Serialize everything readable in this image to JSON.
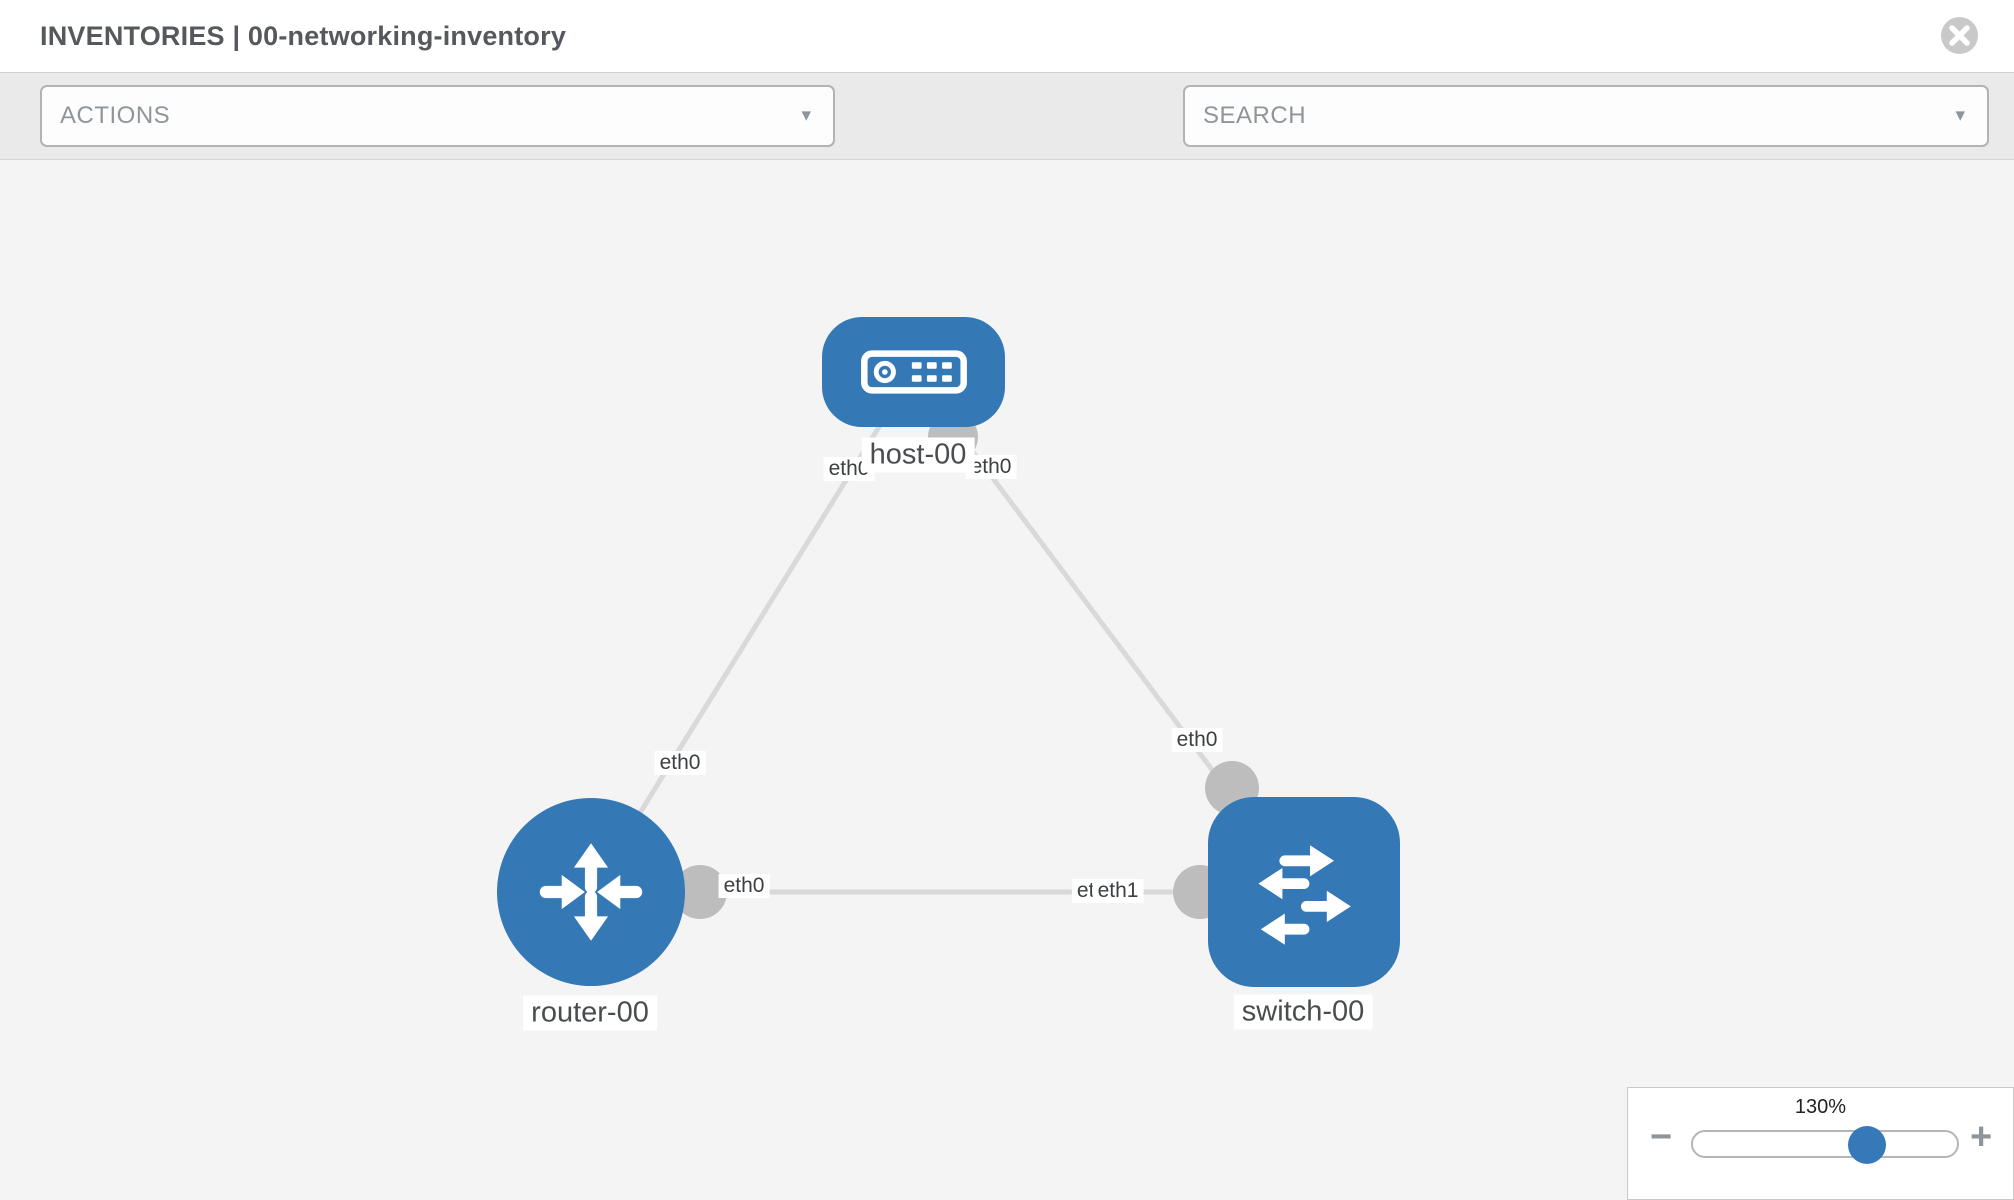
{
  "header": {
    "title": "INVENTORIES | 00-networking-inventory"
  },
  "toolbar": {
    "actions_label": "ACTIONS",
    "search_label": "SEARCH",
    "caret": "▾",
    "icons": [
      "wrench-icon",
      "key-icon"
    ]
  },
  "topology": {
    "nodes": [
      {
        "label": "host-00",
        "type": "host",
        "shape": "rounded-rectangle"
      },
      {
        "label": "router-00",
        "type": "router",
        "shape": "circle"
      },
      {
        "label": "switch-00",
        "type": "switch",
        "shape": "rounded-square"
      }
    ],
    "links": [
      {
        "source": "host-00",
        "source_interface": "eth0",
        "target": "router-00",
        "target_interface": "eth0"
      },
      {
        "source": "host-00",
        "source_interface": "eth0",
        "target": "switch-00",
        "target_interface": "eth0"
      },
      {
        "source": "router-00",
        "source_interface": "eth0",
        "target": "switch-00",
        "target_interface": "eth1"
      }
    ],
    "interfaces": {
      "host_to_router_host_end": "eth0",
      "host_to_router_router_end": "eth0",
      "host_to_switch_host_end": "eth0",
      "host_to_switch_switch_end": "eth0",
      "router_to_switch_router_end": "eth0",
      "router_to_switch_switch_end_fragment": "etl",
      "router_to_switch_switch_end": "eth1"
    }
  },
  "zoom_panel": {
    "level": "130%",
    "zoom_out": "−",
    "zoom_in": "+"
  },
  "colors": {
    "node_blue": "#3478b5",
    "link_gray": "#d9d9d9",
    "connector_gray": "#bdbdbd",
    "canvas_bg": "#f4f4f4",
    "toolbar_bg": "#eaeaea",
    "thumb_blue": "#3579b8"
  }
}
